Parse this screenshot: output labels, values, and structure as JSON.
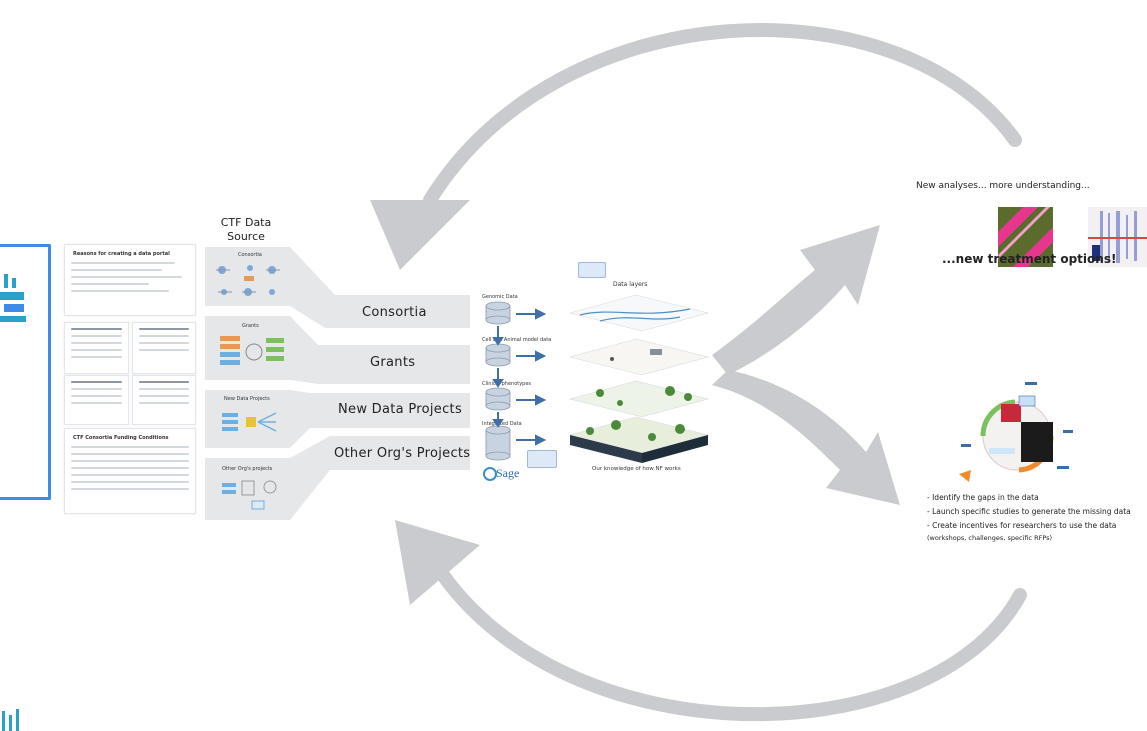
{
  "left_docs": {
    "reasons_title": "Reasons for creating a data portal",
    "funding_title": "CTF Consortia Funding Conditions"
  },
  "sources": {
    "title": "CTF Data Source",
    "panels": [
      {
        "label": "Consortia",
        "band_label": "Consortia"
      },
      {
        "label": "Grants",
        "band_label": "Grants"
      },
      {
        "label": "New Data Projects",
        "band_label": "New Data Projects"
      },
      {
        "label": "Other Org's projects",
        "band_label": "Other Org's Projects"
      }
    ]
  },
  "data_stack": {
    "labels": [
      "Genomic Data",
      "Cell and Animal model data",
      "Clinical phenotypes",
      "Integrated Data"
    ],
    "layers_title": "Data layers",
    "caption": "Our knowledge of how NF works",
    "logo_text": "Sage"
  },
  "right": {
    "headline": "New analyses... more understanding...",
    "subheadline": "...new treatment options!",
    "bullets": [
      "- Identify the gaps in the data",
      "- Launch specific studies to generate the missing data",
      "- Create incentives for researchers to use the data",
      "(workshops, challenges, specific RFPs)"
    ]
  },
  "colors": {
    "arrow_gray": "#c9cbce",
    "band_gray": "#e6e7e9",
    "accent_blue": "#3d8be6",
    "pink": "#e8368f",
    "olive": "#5b6b2e"
  }
}
